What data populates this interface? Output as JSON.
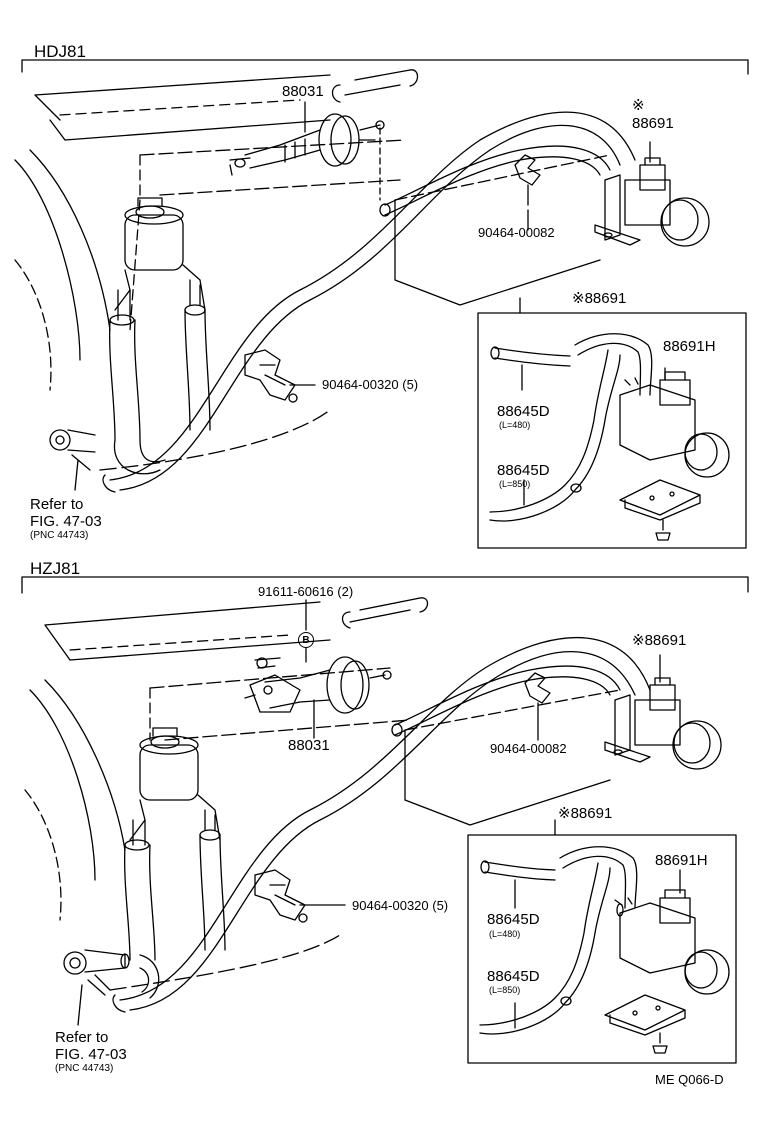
{
  "figure_code": "ME Q066-D",
  "sections": [
    {
      "title": "HDJ81",
      "labels": {
        "p88031": "88031",
        "star": "※",
        "p88691_main": "88691",
        "p90464_00082": "90464-00082",
        "p90464_00320": "90464-00320 (5)",
        "inset_title": "※88691",
        "p88691H": "88691H",
        "p88645D_a": "88645D",
        "p88645D_a_len": "(L=480)",
        "p88645D_b": "88645D",
        "p88645D_b_len": "(L=850)"
      },
      "refer": {
        "line1": "Refer to",
        "line2": "FIG. 47-03",
        "line3": "(PNC 44743)"
      }
    },
    {
      "title": "HZJ81",
      "labels": {
        "p91611": "91611-60616 (2)",
        "marker": "B",
        "p88031": "88031",
        "p88691_main": "※88691",
        "p90464_00082": "90464-00082",
        "p90464_00320": "90464-00320 (5)",
        "inset_title": "※88691",
        "p88691H": "88691H",
        "p88645D_a": "88645D",
        "p88645D_a_len": "(L=480)",
        "p88645D_b": "88645D",
        "p88645D_b_len": "(L=850)"
      },
      "refer": {
        "line1": "Refer to",
        "line2": "FIG. 47-03",
        "line3": "(PNC 44743)"
      }
    }
  ]
}
